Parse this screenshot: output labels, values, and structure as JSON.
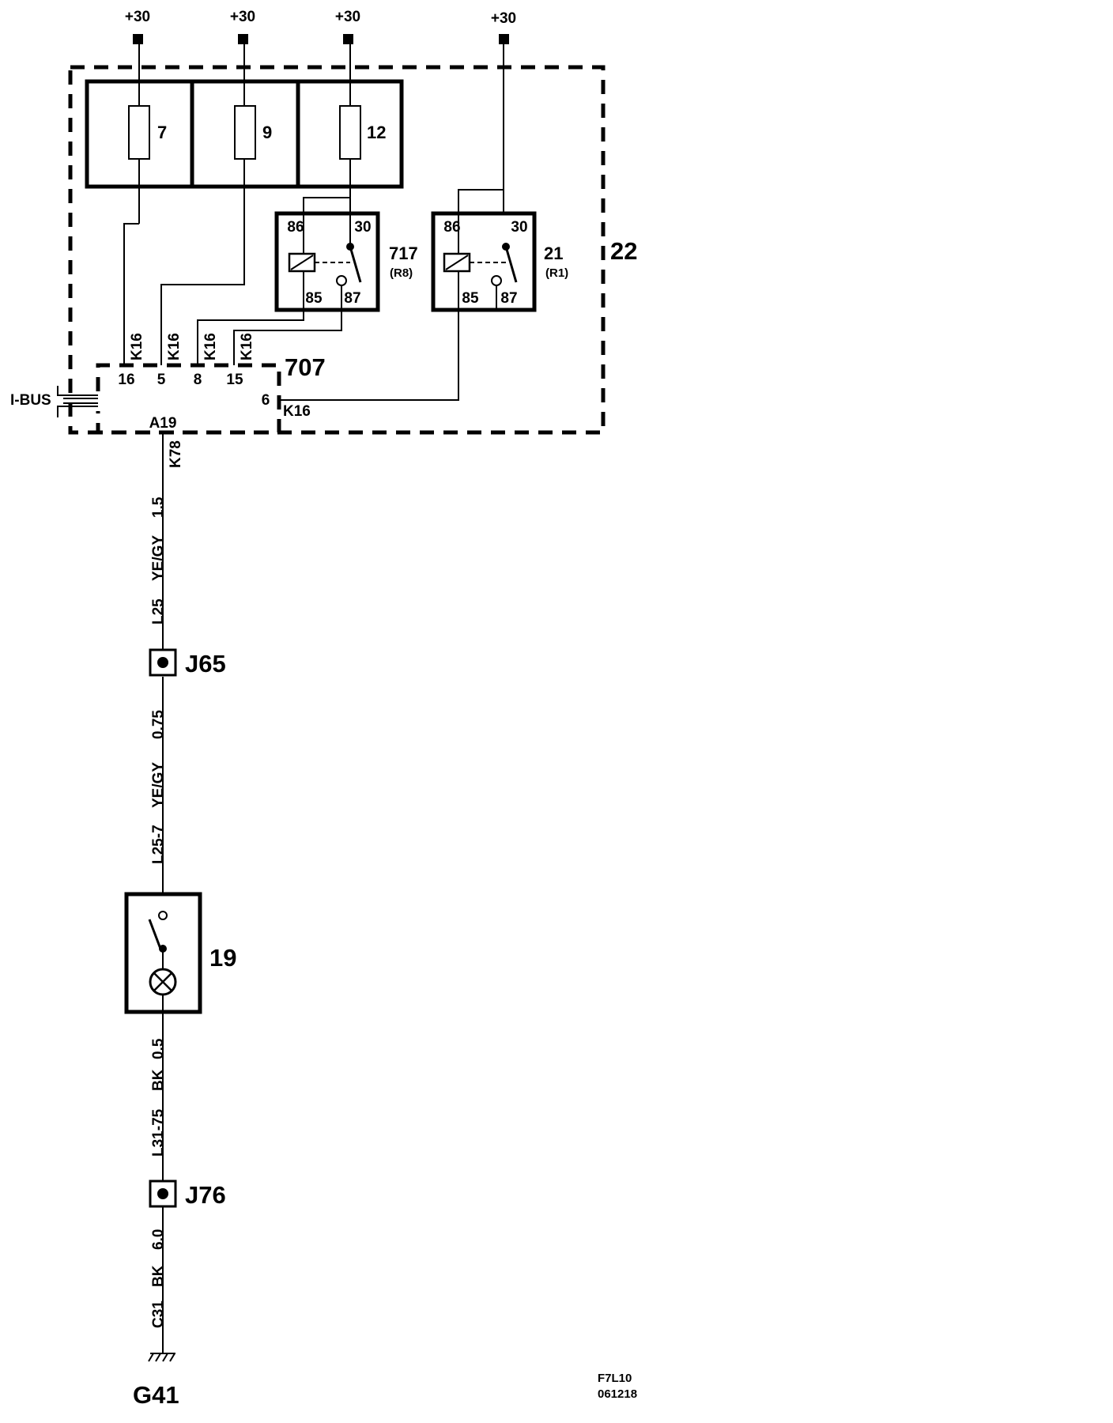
{
  "supply": [
    "+30",
    "+30",
    "+30",
    "+30"
  ],
  "fuses": [
    "7",
    "9",
    "12"
  ],
  "fusebox_label": "22",
  "relay_717": {
    "label": "717",
    "sub": "(R8)",
    "pin86": "86",
    "pin30": "30",
    "pin85": "85",
    "pin87": "87"
  },
  "relay_21": {
    "label": "21",
    "sub": "(R1)",
    "pin86": "86",
    "pin30": "30",
    "pin85": "85",
    "pin87": "87"
  },
  "module": {
    "label": "707",
    "pins": [
      "16",
      "5",
      "8",
      "15"
    ],
    "pin_side": "6",
    "pin_bottom": "A19",
    "wire_codes": [
      "K16",
      "K16",
      "K16",
      "K16"
    ],
    "side_wire_code": "K16",
    "bottom_wire_code": "K78",
    "bus_label": "I-BUS"
  },
  "wire_1": [
    "L25",
    "YE/GY",
    "1.5"
  ],
  "junction_1": "J65",
  "wire_2": [
    "L25-7",
    "YE/GY",
    "0.75"
  ],
  "lamp_switch_label": "19",
  "wire_3": [
    "L31-75",
    "BK",
    "0.5"
  ],
  "junction_2": "J76",
  "wire_4": [
    "C31",
    "BK",
    "6.0"
  ],
  "ground": "G41",
  "footer": [
    "F7L10",
    "061218"
  ]
}
